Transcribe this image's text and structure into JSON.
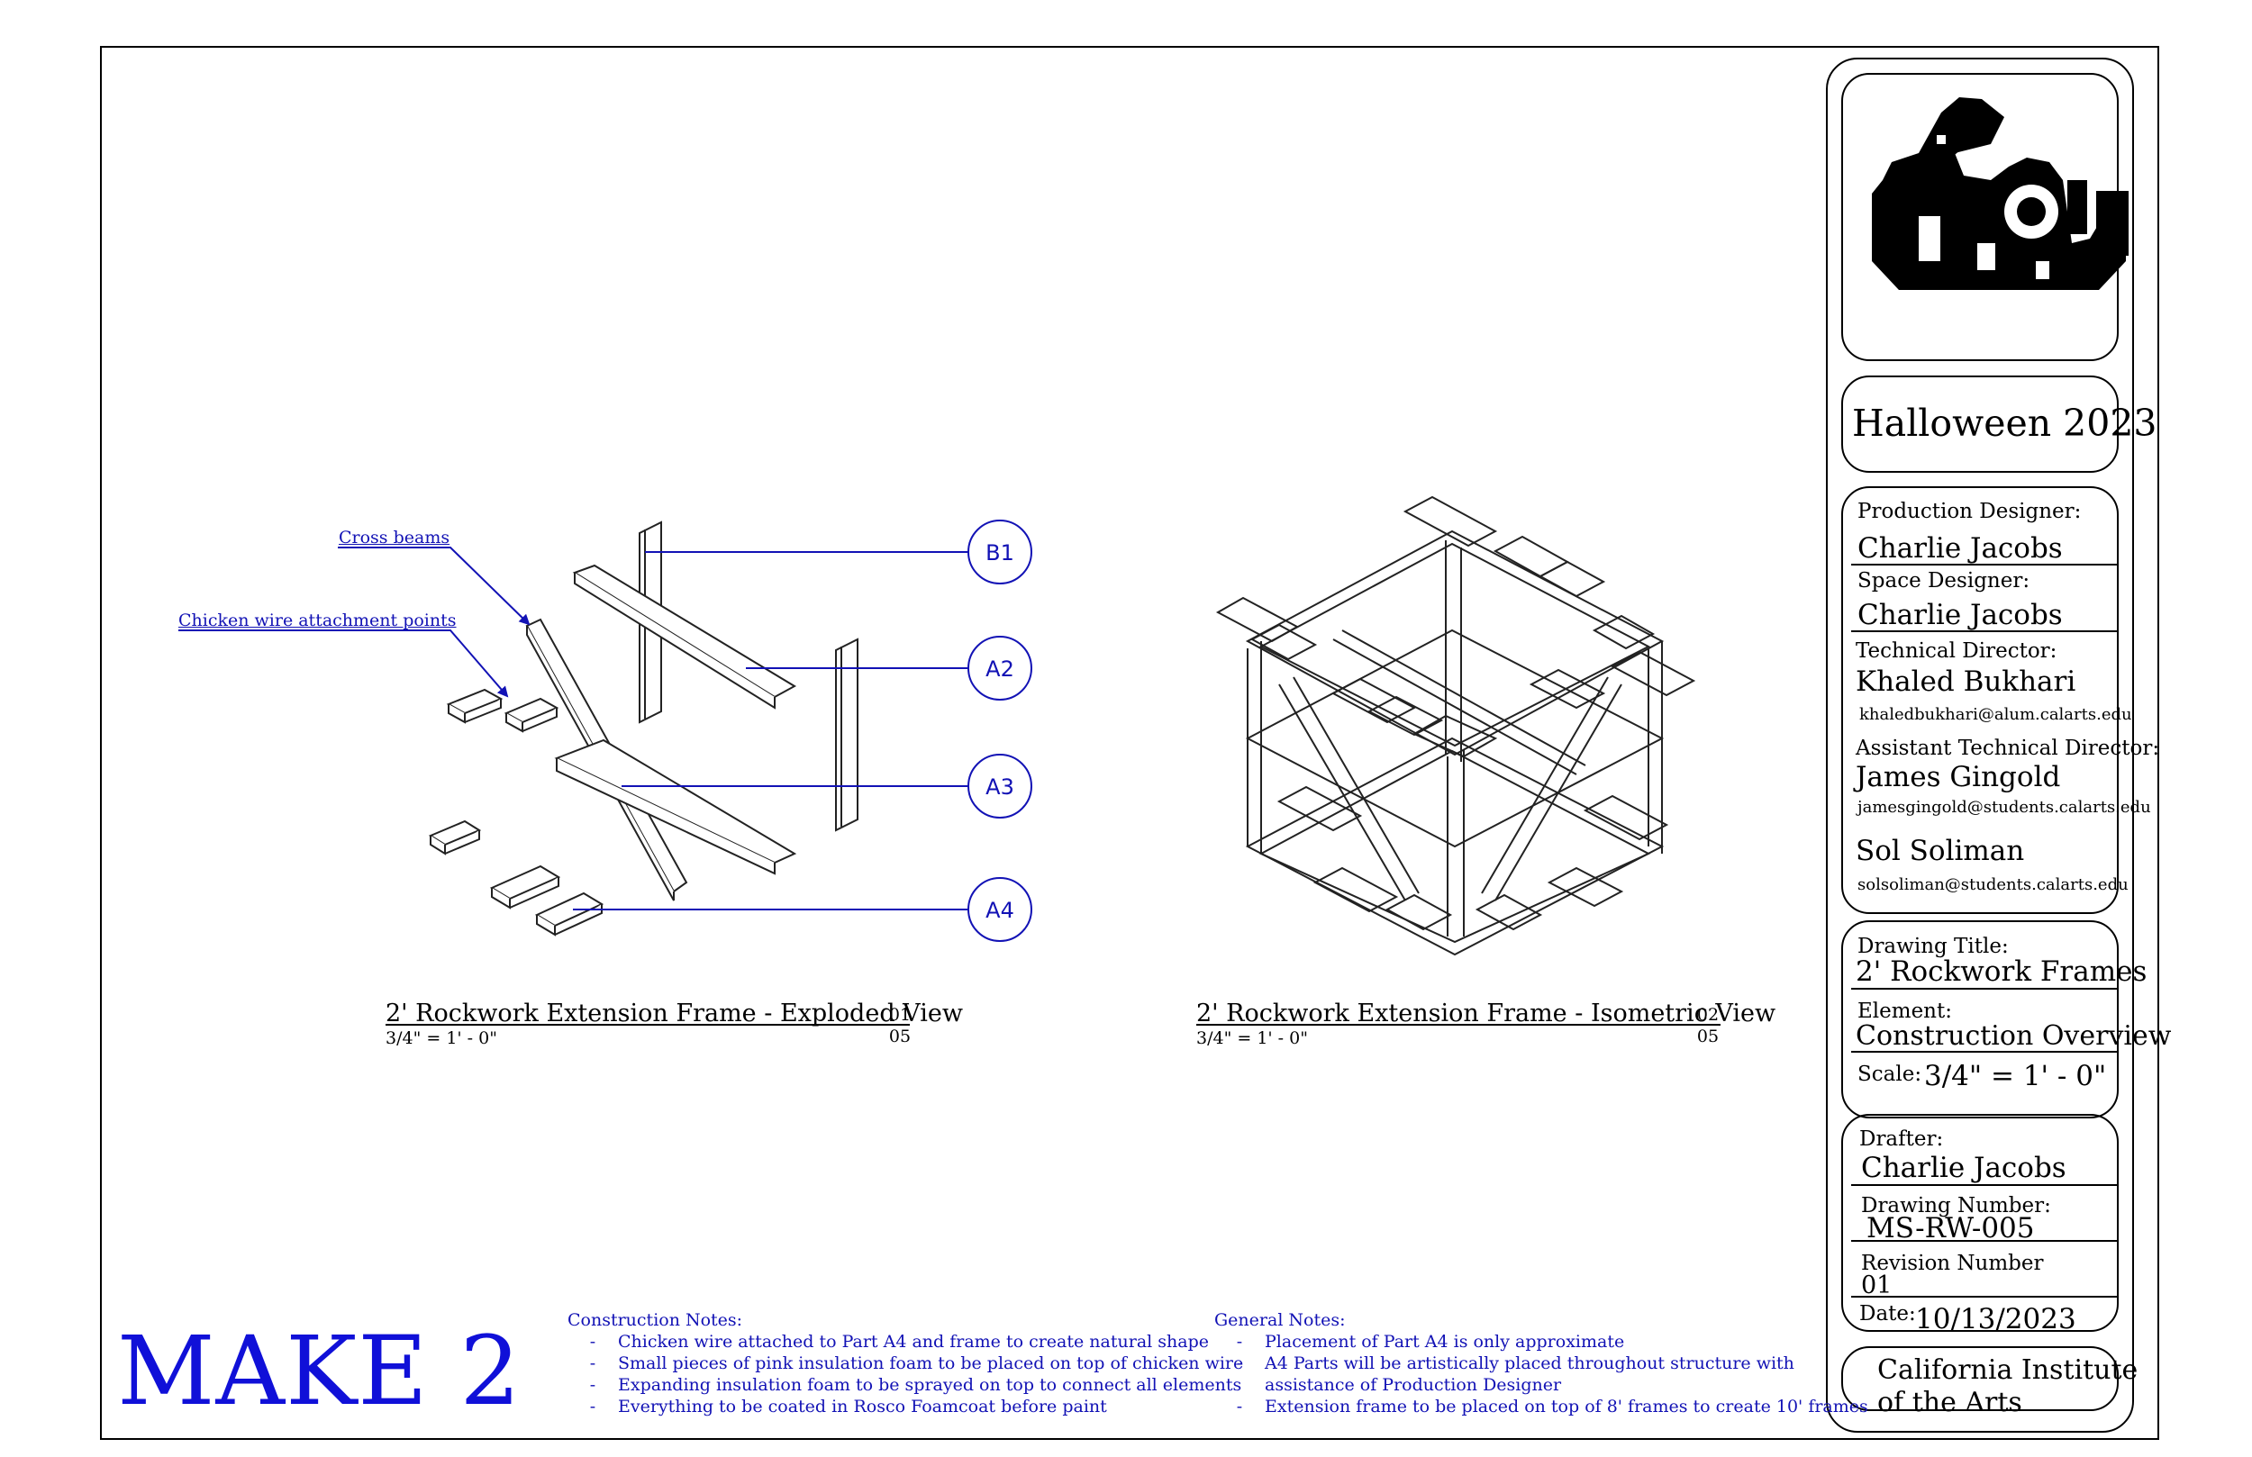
{
  "callouts": [
    {
      "id": "B1"
    },
    {
      "id": "A2"
    },
    {
      "id": "A3"
    },
    {
      "id": "A4"
    }
  ],
  "leaders": {
    "cross_beams": "Cross beams",
    "chicken_wire": "Chicken wire attachment points"
  },
  "views": [
    {
      "title": "2' Rockwork Extension Frame - Exploded View",
      "scale": "3/4\" = 1' - 0\"",
      "number": "01",
      "sheet": "05"
    },
    {
      "title": "2' Rockwork Extension Frame - Isometric View",
      "scale": "3/4\" = 1' - 0\"",
      "number": "02",
      "sheet": "05"
    }
  ],
  "make_label": "MAKE 2",
  "construction_notes": {
    "heading": "Construction Notes:",
    "bullet": "-",
    "items": [
      "Chicken wire attached to Part A4 and frame to create natural shape",
      "Small pieces of pink insulation foam to be placed on top of chicken wire",
      "Expanding insulation foam to be sprayed on top to connect all elements",
      "Everything to be coated in Rosco Foamcoat before paint"
    ]
  },
  "general_notes": {
    "heading": "General Notes:",
    "bullet": "-",
    "items": [
      "Placement of Part A4  is only approximate",
      "A4 Parts will be artistically placed throughout structure with",
      "assistance of Production Designer",
      "Extension frame to be placed on top of 8' frames to create 10' frames"
    ]
  },
  "title_block": {
    "show_title": "Halloween 2023",
    "production_designer_label": "Production Designer:",
    "production_designer": "Charlie Jacobs",
    "space_designer_label": "Space Designer:",
    "space_designer": "Charlie Jacobs",
    "technical_director_label": "Technical Director:",
    "technical_director": "Khaled Bukhari",
    "technical_director_email": "khaledbukhari@alum.calarts.edu",
    "assistant_td_label": "Assistant Technical Director:",
    "assistant_td": "James Gingold",
    "assistant_td_email": "jamesgingold@students.calarts.edu",
    "assistant_td_2": "Sol Soliman",
    "assistant_td_2_email": "solsoliman@students.calarts.edu",
    "drawing_title_label": "Drawing Title:",
    "drawing_title": "2' Rockwork Frames",
    "element_label": "Element:",
    "element": "Construction Overview",
    "scale_label": "Scale:",
    "scale": "3/4\" = 1' - 0\"",
    "drafter_label": "Drafter:",
    "drafter": "Charlie Jacobs",
    "drawing_number_label": "Drawing Number:",
    "drawing_number": "MS-RW-005",
    "revision_label": "Revision Number",
    "revision": "01",
    "date_label": "Date:",
    "date": "10/13/2023",
    "institution_line1": "California Institute",
    "institution_line2": "of the Arts"
  }
}
